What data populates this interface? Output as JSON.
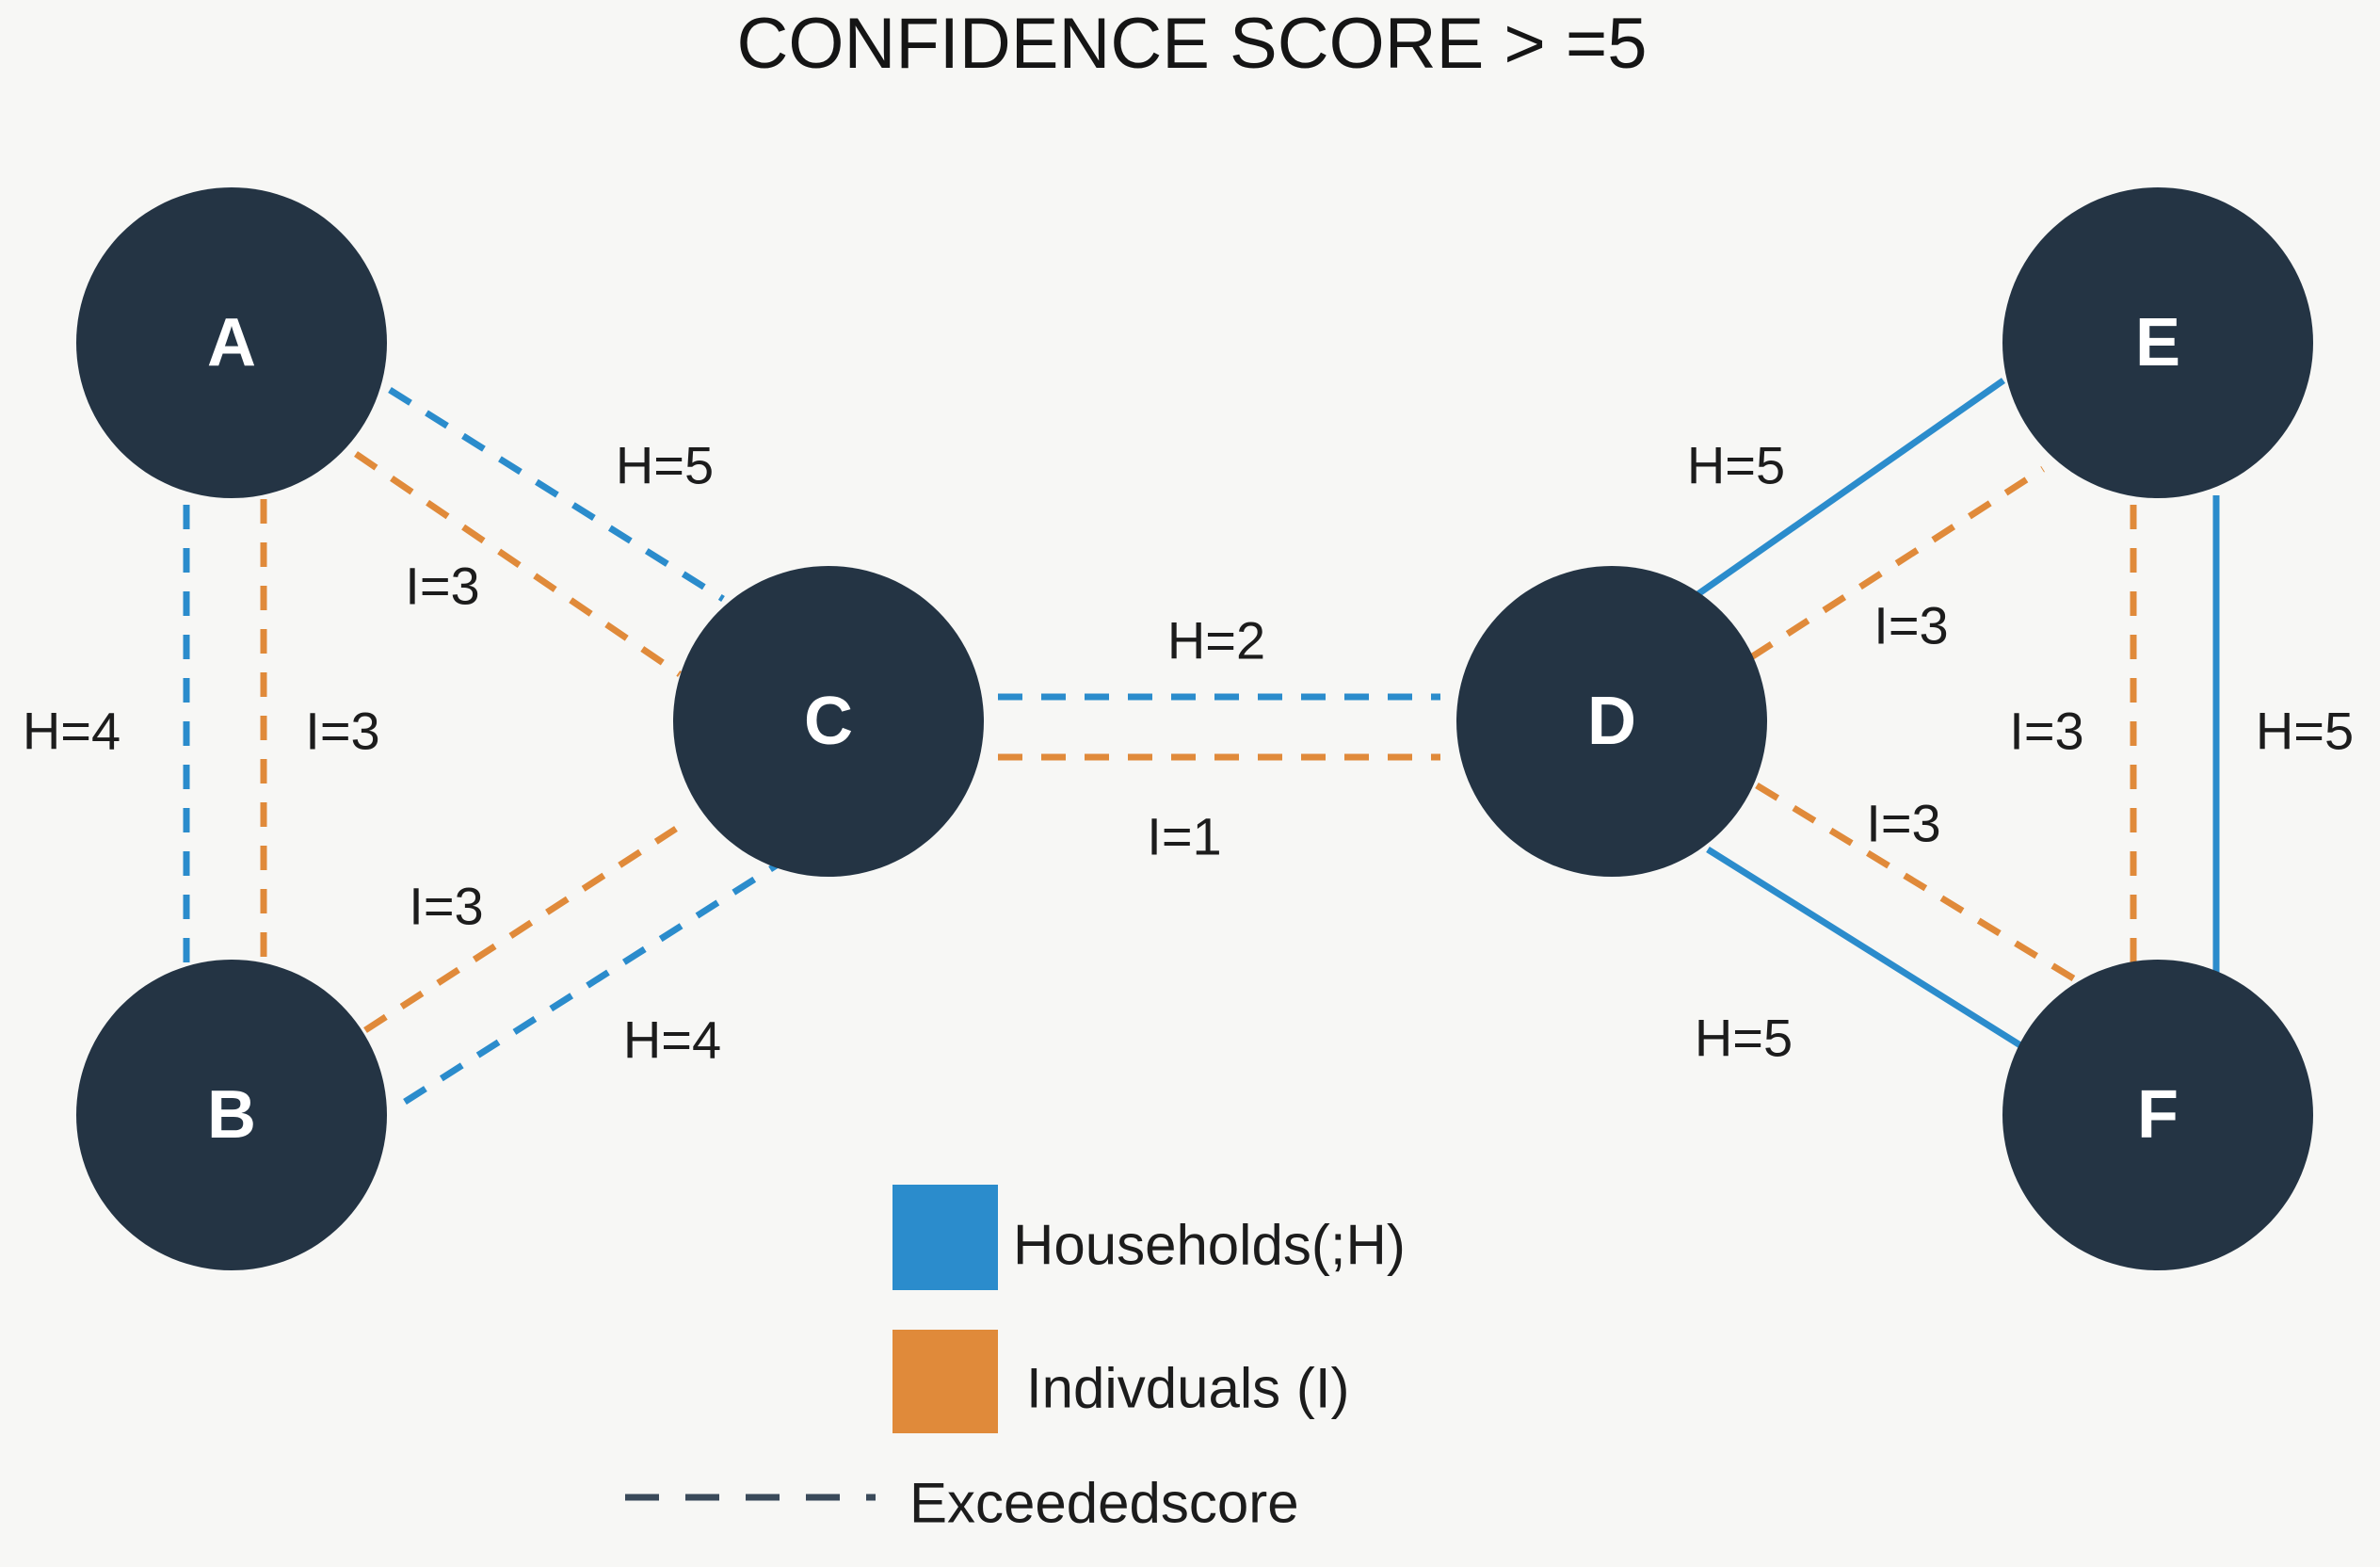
{
  "title": "CONFIDENCE SCORE > =5",
  "colors": {
    "households": "#2b8ccc",
    "individuals": "#e08a3a",
    "node_fill": "#243444",
    "node_text": "#ffffff",
    "exceeded_line": "#3a4a5a"
  },
  "nodes": [
    {
      "id": "A",
      "label": "A"
    },
    {
      "id": "B",
      "label": "B"
    },
    {
      "id": "C",
      "label": "C"
    },
    {
      "id": "D",
      "label": "D"
    },
    {
      "id": "E",
      "label": "E"
    },
    {
      "id": "F",
      "label": "F"
    }
  ],
  "edges": [
    {
      "from": "A",
      "to": "C",
      "type": "H",
      "value": 5,
      "style": "dashed",
      "label": "H=5"
    },
    {
      "from": "A",
      "to": "C",
      "type": "I",
      "value": 3,
      "style": "dashed",
      "label": "I=3"
    },
    {
      "from": "A",
      "to": "B",
      "type": "H",
      "value": 4,
      "style": "dashed",
      "label": "H=4"
    },
    {
      "from": "A",
      "to": "B",
      "type": "I",
      "value": 3,
      "style": "dashed",
      "label": "I=3"
    },
    {
      "from": "B",
      "to": "C",
      "type": "I",
      "value": 3,
      "style": "dashed",
      "label": "I=3"
    },
    {
      "from": "B",
      "to": "C",
      "type": "H",
      "value": 4,
      "style": "dashed",
      "label": "H=4"
    },
    {
      "from": "C",
      "to": "D",
      "type": "H",
      "value": 2,
      "style": "dashed",
      "label": "H=2"
    },
    {
      "from": "C",
      "to": "D",
      "type": "I",
      "value": 1,
      "style": "dashed",
      "label": "I=1"
    },
    {
      "from": "D",
      "to": "E",
      "type": "H",
      "value": 5,
      "style": "solid",
      "label": "H=5"
    },
    {
      "from": "D",
      "to": "E",
      "type": "I",
      "value": 3,
      "style": "dashed",
      "label": "I=3"
    },
    {
      "from": "D",
      "to": "F",
      "type": "I",
      "value": 3,
      "style": "dashed",
      "label": "I=3"
    },
    {
      "from": "D",
      "to": "F",
      "type": "H",
      "value": 5,
      "style": "solid",
      "label": "H=5"
    },
    {
      "from": "E",
      "to": "F",
      "type": "I",
      "value": 3,
      "style": "dashed",
      "label": "I=3"
    },
    {
      "from": "E",
      "to": "F",
      "type": "H",
      "value": 5,
      "style": "solid",
      "label": "H=5"
    }
  ],
  "legend": {
    "households_label": "Households(;H)",
    "individuals_label": "Indivduals (I)",
    "exceeded_label": "Exceededscore"
  }
}
